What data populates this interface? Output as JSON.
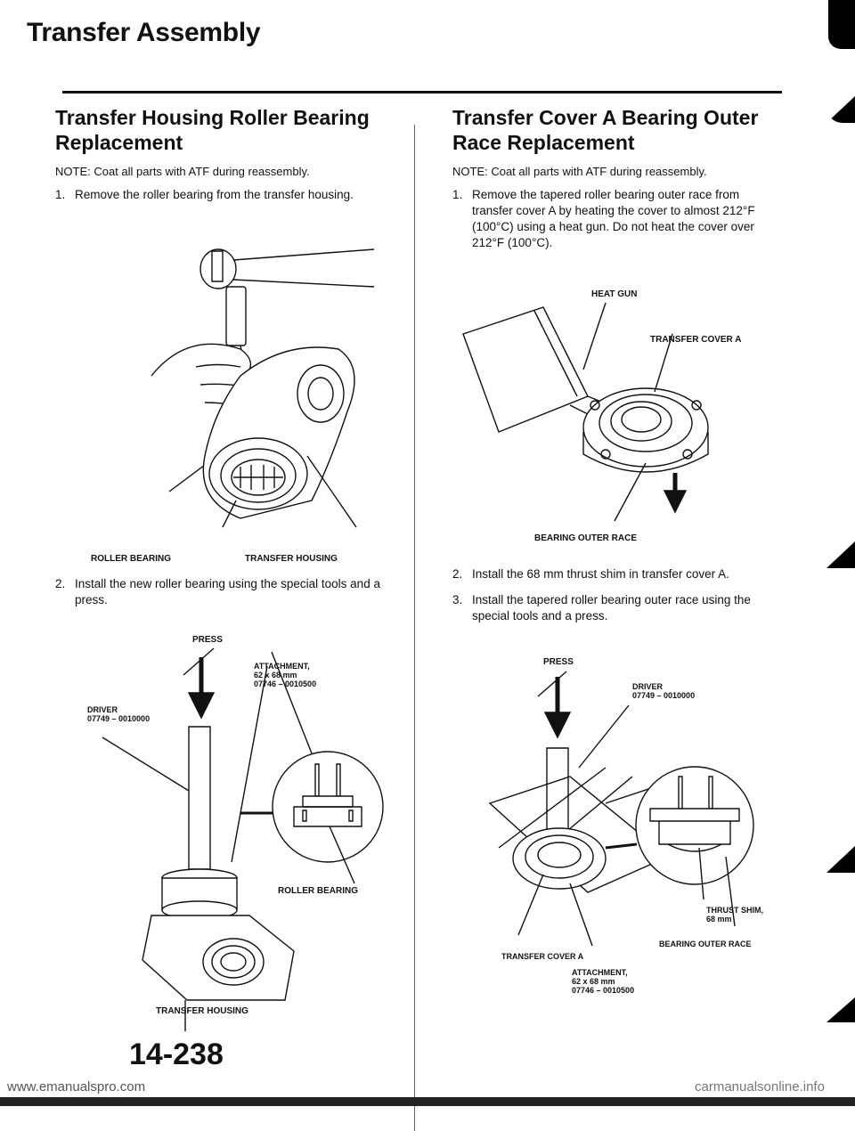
{
  "page": {
    "title": "Transfer Assembly",
    "page_number": "14-238",
    "footer_url": "www.emanualspro.com",
    "footer_url_right": "carmanualsonline.info"
  },
  "left": {
    "title_line1": "Transfer Housing Roller Bearing",
    "title_line2": "Replacement",
    "note": "NOTE: Coat all parts with ATF during reassembly.",
    "step1_num": "1.",
    "step1_text": "Remove the roller bearing from the transfer housing.",
    "step2_num": "2.",
    "step2_text": "Install the new roller bearing using the special tools and a press.",
    "fig1_labels": {
      "roller_bearing": "ROLLER BEARING",
      "transfer_housing": "TRANSFER HOUSING"
    },
    "fig2_labels": {
      "press": "PRESS",
      "attachment": "ATTACHMENT,",
      "attachment_size": "62 x 68 mm",
      "attachment_part": "07746 – 0010500",
      "driver": "DRIVER",
      "driver_part": "07749 – 0010000",
      "roller_bearing": "ROLLER BEARING",
      "transfer_housing": "TRANSFER HOUSING"
    }
  },
  "right": {
    "title_line1": "Transfer Cover A Bearing Outer",
    "title_line2": "Race Replacement",
    "note": "NOTE: Coat all parts with ATF during reassembly.",
    "step1_num": "1.",
    "step1_text": "Remove the tapered roller bearing outer race from transfer cover A by heating the cover to almost 212°F (100°C) using a heat gun. Do not heat the cover over 212°F (100°C).",
    "step2_num": "2.",
    "step2_text": "Install the 68 mm thrust shim in transfer cover A.",
    "step3_num": "3.",
    "step3_text": "Install the tapered roller bearing outer race using the special tools and a press.",
    "fig3_labels": {
      "heat_gun": "HEAT GUN",
      "transfer_cover_a": "TRANSFER COVER A",
      "bearing_outer_race": "BEARING OUTER RACE"
    },
    "fig4_labels": {
      "press": "PRESS",
      "driver": "DRIVER",
      "driver_part": "07749 – 0010000",
      "thrust_shim": "THRUST SHIM,",
      "thrust_shim_size": "68 mm",
      "bearing_outer_race": "BEARING OUTER RACE",
      "transfer_cover_a": "TRANSFER COVER A",
      "attachment": "ATTACHMENT,",
      "attachment_size": "62 x 68 mm",
      "attachment_part": "07746 – 0010500"
    }
  }
}
